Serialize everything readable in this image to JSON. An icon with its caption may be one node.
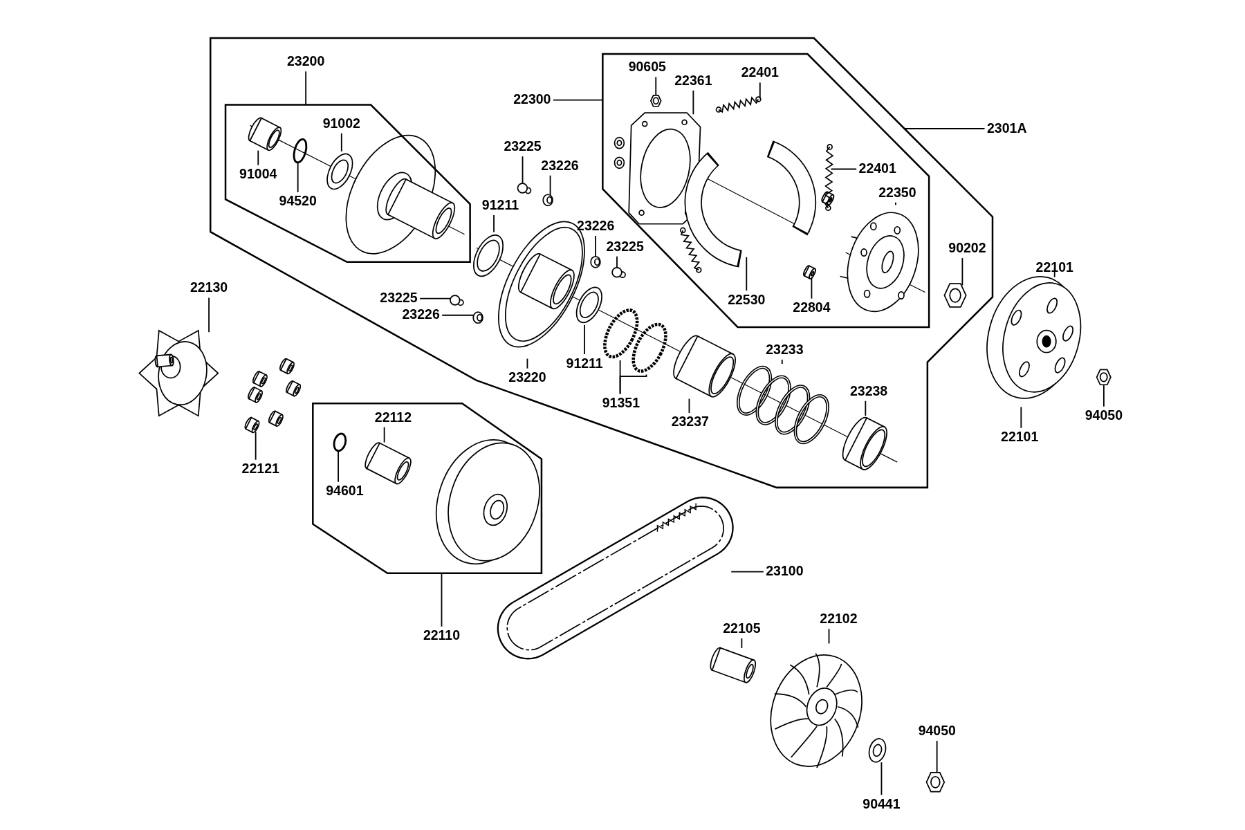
{
  "diagram": {
    "nodes": [
      {
        "text": [],
        "shape": "box"
      },
      {
        "text": [],
        "shape": "box",
        "in": 0
      },
      {
        "text": [],
        "shape": "box",
        "in": 0
      },
      {
        "text": [],
        "shape": "box"
      },
      {
        "text": [
          "23200"
        ],
        "in": 0
      },
      {
        "text": [
          "91002"
        ],
        "in": 1
      },
      {
        "text": [
          "91004"
        ],
        "in": 1
      },
      {
        "text": [
          "94520"
        ],
        "in": 1
      },
      {
        "text": [
          "22300"
        ],
        "in": 0
      },
      {
        "text": [
          "90605"
        ],
        "in": 2
      },
      {
        "text": [
          "22361"
        ],
        "in": 2
      },
      {
        "text": [
          "22401"
        ],
        "in": 2
      },
      {
        "text": [
          "22401"
        ],
        "in": 2
      },
      {
        "text": [
          "22350"
        ],
        "in": 2
      },
      {
        "text": [
          "22530"
        ],
        "in": 2
      },
      {
        "text": [
          "22804"
        ],
        "in": 2
      },
      {
        "text": [
          "2301A"
        ]
      },
      {
        "text": [
          "23225"
        ],
        "in": 0
      },
      {
        "text": [
          "23226"
        ],
        "in": 0
      },
      {
        "text": [
          "91211"
        ],
        "in": 0
      },
      {
        "text": [
          "23226"
        ],
        "in": 0
      },
      {
        "text": [
          "23225"
        ],
        "in": 0
      },
      {
        "text": [
          "23225"
        ],
        "in": 0
      },
      {
        "text": [
          "23226"
        ],
        "in": 0
      },
      {
        "text": [
          "23220"
        ],
        "in": 0
      },
      {
        "text": [
          "91211"
        ],
        "in": 0
      },
      {
        "text": [
          "91351"
        ],
        "in": 0
      },
      {
        "text": [
          "23237"
        ],
        "in": 0
      },
      {
        "text": [
          "23233"
        ],
        "in": 0
      },
      {
        "text": [
          "23238"
        ],
        "in": 0
      },
      {
        "text": [
          "90202"
        ],
        "in": 0
      },
      {
        "text": [
          "22101"
        ]
      },
      {
        "text": [
          "22101"
        ]
      },
      {
        "text": [
          "94050"
        ]
      },
      {
        "text": [
          "22130"
        ]
      },
      {
        "text": [
          "22121"
        ]
      },
      {
        "text": [
          "22112"
        ],
        "in": 3
      },
      {
        "text": [
          "94601"
        ],
        "in": 3
      },
      {
        "text": [
          "22110"
        ]
      },
      {
        "text": [
          "23100"
        ]
      },
      {
        "text": [
          "22105"
        ]
      },
      {
        "text": [
          "22102"
        ]
      },
      {
        "text": [
          "94050"
        ]
      },
      {
        "text": [
          "90441"
        ]
      },
      {
        "text": [],
        "shape": "picture",
        "in": 1
      },
      {
        "text": [],
        "shape": "circle",
        "in": 1
      },
      {
        "text": [],
        "shape": "picture",
        "in": 1
      },
      {
        "text": [],
        "shape": "picture",
        "in": 2
      },
      {
        "text": [],
        "shape": "picture",
        "in": 2
      },
      {
        "text": [],
        "shape": "picture",
        "in": 2
      },
      {
        "text": [],
        "shape": "picture",
        "in": 2
      },
      {
        "text": [],
        "shape": "picture",
        "in": 2
      },
      {
        "text": [],
        "shape": "picture",
        "in": 2
      },
      {
        "text": [],
        "shape": "picture",
        "in": 2
      },
      {
        "text": [],
        "shape": "circle",
        "in": 0
      },
      {
        "text": [],
        "shape": "picture",
        "in": 0
      },
      {
        "text": [],
        "shape": "picture",
        "in": 0
      },
      {
        "text": [],
        "shape": "picture",
        "in": 0
      },
      {
        "text": [],
        "shape": "circle",
        "in": 0
      },
      {
        "text": [],
        "shape": "circle",
        "in": 0
      },
      {
        "text": [],
        "shape": "picture",
        "in": 0
      },
      {
        "text": [],
        "shape": "picture",
        "in": 0
      },
      {
        "text": [],
        "shape": "picture",
        "in": 0
      },
      {
        "text": [],
        "shape": "circle",
        "in": 0
      },
      {
        "text": [],
        "shape": "circle",
        "in": 0
      },
      {
        "text": [],
        "shape": "picture",
        "in": 0
      },
      {
        "text": [],
        "shape": "picture",
        "in": 0
      },
      {
        "text": [],
        "shape": "picture",
        "in": 0
      },
      {
        "text": [],
        "shape": "picture",
        "in": 0
      },
      {
        "text": [],
        "shape": "picture"
      },
      {
        "text": [],
        "shape": "picture"
      },
      {
        "text": [],
        "shape": "picture"
      },
      {
        "text": [],
        "shape": "picture"
      },
      {
        "text": [],
        "shape": "picture",
        "in": 3
      },
      {
        "text": [],
        "shape": "circle",
        "in": 3
      },
      {
        "text": [],
        "shape": "picture"
      },
      {
        "text": [],
        "shape": "picture"
      },
      {
        "text": [],
        "shape": "picture"
      },
      {
        "text": [],
        "shape": "picture"
      },
      {
        "text": [],
        "shape": "picture"
      }
    ],
    "edges": [
      {
        "from": 4,
        "to": 1,
        "arrow": "none"
      },
      {
        "from": 5,
        "to": 46,
        "arrow": "none"
      },
      {
        "from": 6,
        "to": 44,
        "arrow": "none"
      },
      {
        "from": 7,
        "to": 45,
        "arrow": "none"
      },
      {
        "from": 8,
        "to": 2,
        "arrow": "none"
      },
      {
        "from": 9,
        "to": 47,
        "arrow": "none"
      },
      {
        "from": 10,
        "to": 48,
        "arrow": "none"
      },
      {
        "from": 11,
        "to": 49,
        "arrow": "none"
      },
      {
        "from": 12,
        "to": 50,
        "arrow": "none"
      },
      {
        "from": 13,
        "to": 51,
        "arrow": "none"
      },
      {
        "from": 14,
        "to": 52,
        "arrow": "none"
      },
      {
        "from": 15,
        "to": 53,
        "arrow": "none"
      },
      {
        "from": 16,
        "to": 0,
        "arrow": "none"
      },
      {
        "from": 17,
        "to": 54,
        "arrow": "none"
      },
      {
        "from": 18,
        "to": 55,
        "arrow": "none"
      },
      {
        "from": 19,
        "to": 56,
        "arrow": "none"
      },
      {
        "from": 20,
        "to": 57,
        "arrow": "none"
      },
      {
        "from": 21,
        "to": 58,
        "arrow": "none"
      },
      {
        "from": 22,
        "to": 59,
        "arrow": "none"
      },
      {
        "from": 23,
        "to": 60,
        "arrow": "none"
      },
      {
        "from": 24,
        "to": 61,
        "arrow": "none"
      },
      {
        "from": 25,
        "to": 62,
        "arrow": "none"
      },
      {
        "from": 26,
        "to": 63,
        "arrow": "none"
      },
      {
        "from": 26,
        "to": 64,
        "arrow": "none"
      },
      {
        "from": 27,
        "to": 65,
        "arrow": "none"
      },
      {
        "from": 28,
        "to": 66,
        "arrow": "none"
      },
      {
        "from": 29,
        "to": 67,
        "arrow": "none"
      },
      {
        "from": 30,
        "to": 68,
        "arrow": "none"
      },
      {
        "from": 31,
        "to": 69,
        "arrow": "none"
      },
      {
        "from": 32,
        "to": 69,
        "arrow": "none"
      },
      {
        "from": 33,
        "to": 70,
        "arrow": "none"
      },
      {
        "from": 34,
        "to": 71,
        "arrow": "none"
      },
      {
        "from": 35,
        "to": 72,
        "arrow": "none"
      },
      {
        "from": 36,
        "to": 73,
        "arrow": "none"
      },
      {
        "from": 37,
        "to": 74,
        "arrow": "none"
      },
      {
        "from": 38,
        "to": 3,
        "arrow": "none"
      },
      {
        "from": 39,
        "to": 75,
        "arrow": "none"
      },
      {
        "from": 40,
        "to": 76,
        "arrow": "none"
      },
      {
        "from": 41,
        "to": 77,
        "arrow": "none"
      },
      {
        "from": 42,
        "to": 78,
        "arrow": "none"
      },
      {
        "from": 43,
        "to": 79,
        "arrow": "none"
      }
    ]
  }
}
